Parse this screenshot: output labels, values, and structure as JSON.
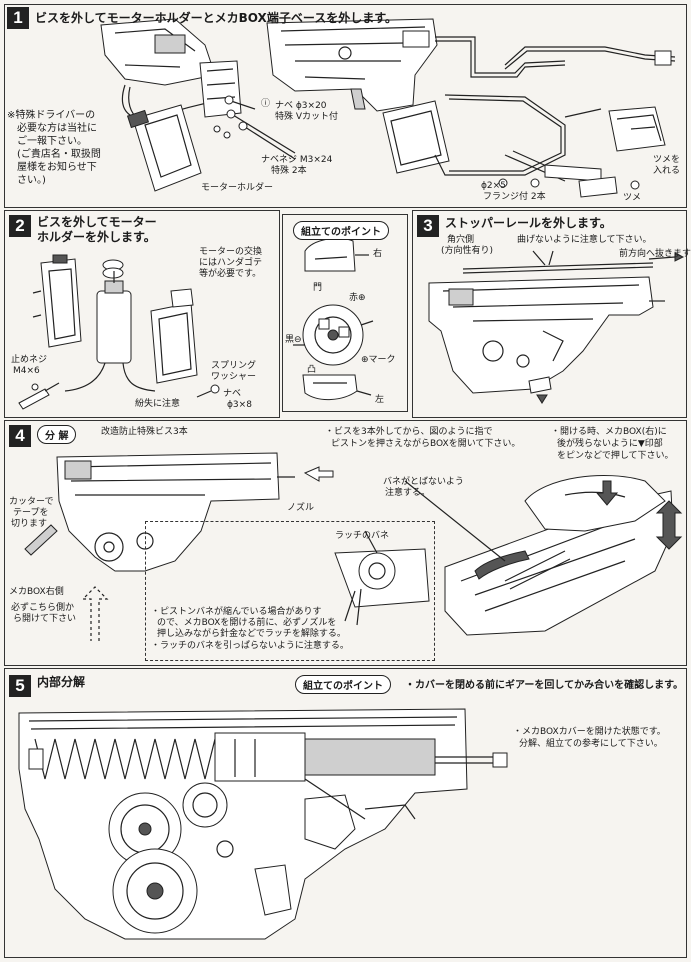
{
  "step1": {
    "num": "1",
    "heading": "ビスを外してモーターホルダーとメカBOX端子ベースを外します。",
    "screw1_a": "ナベ ϕ3×20",
    "screw1_b": "特殊 Vカット付",
    "screw2_a": "ナベネジ M3×24",
    "screw2_b": "特殊 2本",
    "motor_holder": "モーターホルダー",
    "flange_a": "ϕ2×5",
    "flange_b": "フランジ付 2本",
    "tab_a": "ツメを",
    "tab_b": "入れる",
    "tab2": "ツメ",
    "note_l1": "※特殊ドライバーの",
    "note_l2": "必要な方は当社に",
    "note_l3": "ご一報下さい。",
    "note_l4": "(ご貴店名・取扱問",
    "note_l5": "屋様をお知らせ下",
    "note_l6": "さい。)",
    "badge": "ⓘ"
  },
  "step2": {
    "num": "2",
    "heading_l1": "ビスを外してモーター",
    "heading_l2": "ホルダーを外します。",
    "motor_note_l1": "モーターの交換",
    "motor_note_l2": "にはハンダゴテ",
    "motor_note_l3": "等が必要です。",
    "stop_screw_l1": "止めネジ",
    "stop_screw_l2": "M4×6",
    "spring_l1": "スプリング",
    "spring_l2": "ワッシャー",
    "lost_caution": "紛失に注意",
    "nabe_l1": "ナベ",
    "nabe_l2": "ϕ3×8"
  },
  "assembly_point": {
    "title": "組立てのポイント",
    "right": "右",
    "gate": "門",
    "red": "赤⊕",
    "black": "黒⊖",
    "convex": "凸",
    "mark": "⊕マーク",
    "left": "左"
  },
  "step3": {
    "num": "3",
    "heading": "ストッパーレールを外します。",
    "square_hole_l1": "角穴側",
    "square_hole_l2": "(方向性有り)",
    "no_bend": "曲げないように注意して下さい。",
    "pull_forward": "前方向へ抜きます"
  },
  "step4": {
    "num": "4",
    "pill": "分 解",
    "screws3": "改造防止特殊ビス3本",
    "cutter_l1": "カッターで",
    "cutter_l2": "テープを",
    "cutter_l3": "切ります",
    "nozzle": "ノズル",
    "right_side_l1": "メカBOX右側",
    "right_side_l2": "必ずこちら側か",
    "right_side_l3": "ら開けて下さい",
    "latch_spring": "ラッチのバネ",
    "spring_fly_l1": "バネがとばないよう",
    "spring_fly_l2": "注意する。",
    "instr_a_l1": "・ビスを3本外してから、図のように指で",
    "instr_a_l2": "ピストンを押さえながらBOXを開いて下さい。",
    "instr_b_l1": "・開ける時、メカBOX(右)に",
    "instr_b_l2": "後が残らないように▼印部",
    "instr_b_l3": "をピンなどで押して下さい。",
    "box_l1": "・ピストンバネが縮んでいる場合がありす",
    "box_l2": "ので、メカBOXを開ける前に、必ずノズルを",
    "box_l3": "押し込みながら針金などでラッチを解除する。",
    "box_l4": "・ラッチのバネを引っぱらないように注意する。"
  },
  "step5": {
    "num": "5",
    "heading": "内部分解",
    "pill": "組立てのポイント",
    "point_note": "・カバーを閉める前にギアーを回してかみ合いを確認します。",
    "open_note_l1": "・メカBOXカバーを開けた状態です。",
    "open_note_l2": "分解、組立ての参考にして下さい。"
  }
}
